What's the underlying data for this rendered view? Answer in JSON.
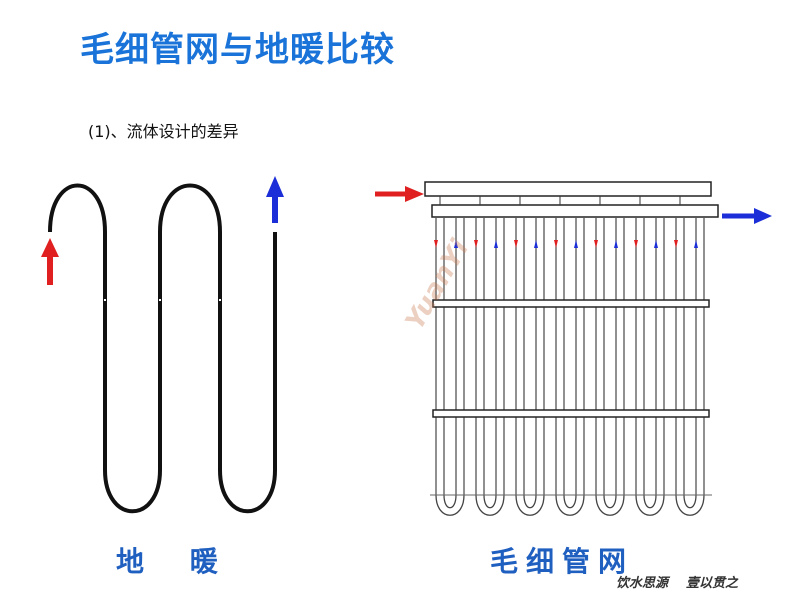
{
  "title": "毛细管网与地暖比较",
  "subtitle": "(1)、流体设计的差异",
  "left_caption": "地  暖",
  "right_caption": "毛细管网",
  "footer": {
    "left": "饮水思源",
    "right": "壹以贯之"
  },
  "watermark": "YuanYi",
  "colors": {
    "title": "#1a73d8",
    "caption": "#1f5fc0",
    "supply_arrow": "#e02020",
    "return_arrow": "#1b2ed8"
  }
}
